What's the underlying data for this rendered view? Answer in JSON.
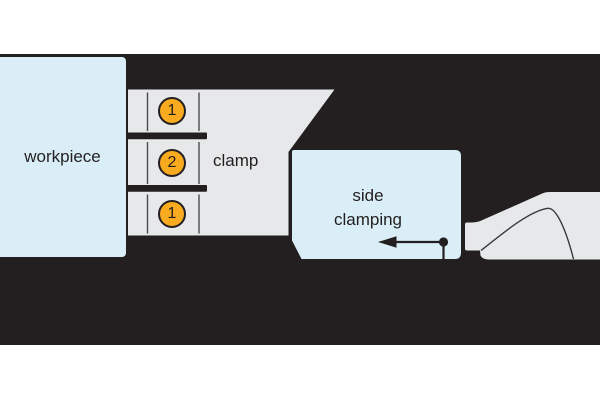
{
  "diagram": {
    "workpiece": {
      "label": "workpiece"
    },
    "clamp": {
      "label": "clamp",
      "markers": [
        "1",
        "2",
        "1"
      ]
    },
    "side_clamping": {
      "line1": "side",
      "line2": "clamping",
      "arrow_direction": "left"
    },
    "colors": {
      "page_background": "#ffffff",
      "fixture_band": "#231f20",
      "workpiece_fill": "#d9eef6",
      "side_clamping_fill": "#d9eef6",
      "clamp_fill": "#e7e8ea",
      "cam_fill": "#e7e8ea",
      "marker_fill": "#f8ab1f",
      "outline": "#231f20",
      "guide_line": "#4a4b4d"
    }
  }
}
